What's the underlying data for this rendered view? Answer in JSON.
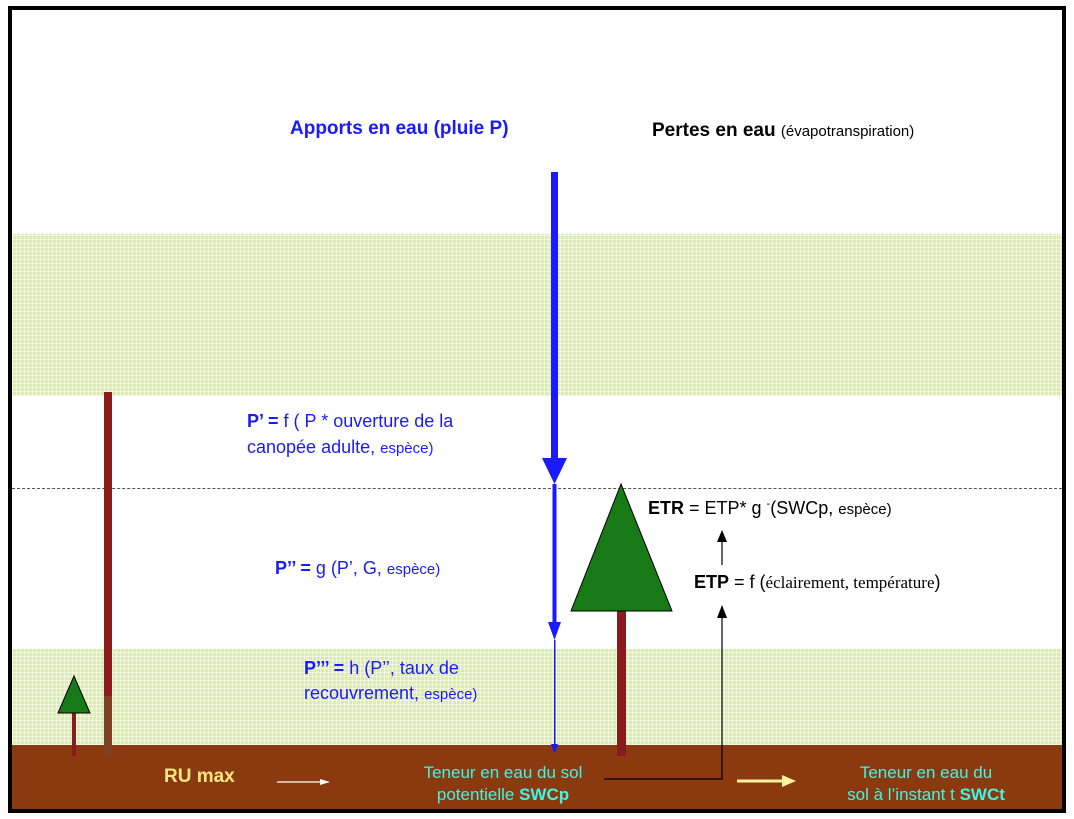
{
  "inputs": {
    "title": "Apports en eau (pluie P)"
  },
  "losses": {
    "title": "Pertes en eau",
    "subtitle": "(évapotranspiration)"
  },
  "p_prime": {
    "label": "P’ =",
    "line1": " f ( P * ouverture de la",
    "line2a": "canopée adulte, ",
    "line2b": "espèce)"
  },
  "p_double": {
    "label": "P’’ =",
    "expr_a": " g (P’, G, ",
    "expr_b": "espèce)"
  },
  "p_triple": {
    "label": "P’’’ =",
    "line1": " h (P’’, taux de",
    "line2a": "recouvrement, ",
    "line2b": "espèce)"
  },
  "etr": {
    "label": "ETR",
    "expr_a": " = ETP* g ",
    "sup": "-",
    "expr_b": "(SWCp, ",
    "expr_c": "espèce)"
  },
  "etp": {
    "label": "ETP",
    "expr_a": " = f (",
    "expr_b": "éclairement, température",
    "expr_c": ")"
  },
  "soil": {
    "ru_max": "RU max",
    "swcp_line1": "Teneur en eau du sol",
    "swcp_line2a": "potentielle ",
    "swcp_line2b": "SWCp",
    "swct_line1": "Teneur en eau du",
    "swct_line2a": "sol à l’instant t ",
    "swct_line2b": "SWCt"
  },
  "colors": {
    "blue_arrow": "#1a1aff",
    "soil": "#8b3a0f",
    "vegetation_band": "#dcebb4",
    "tree_green": "#177a17",
    "trunk": "#8b1a1a",
    "soil_text_yellow": "#ffe680",
    "soil_text_cyan": "#3df5e8"
  }
}
